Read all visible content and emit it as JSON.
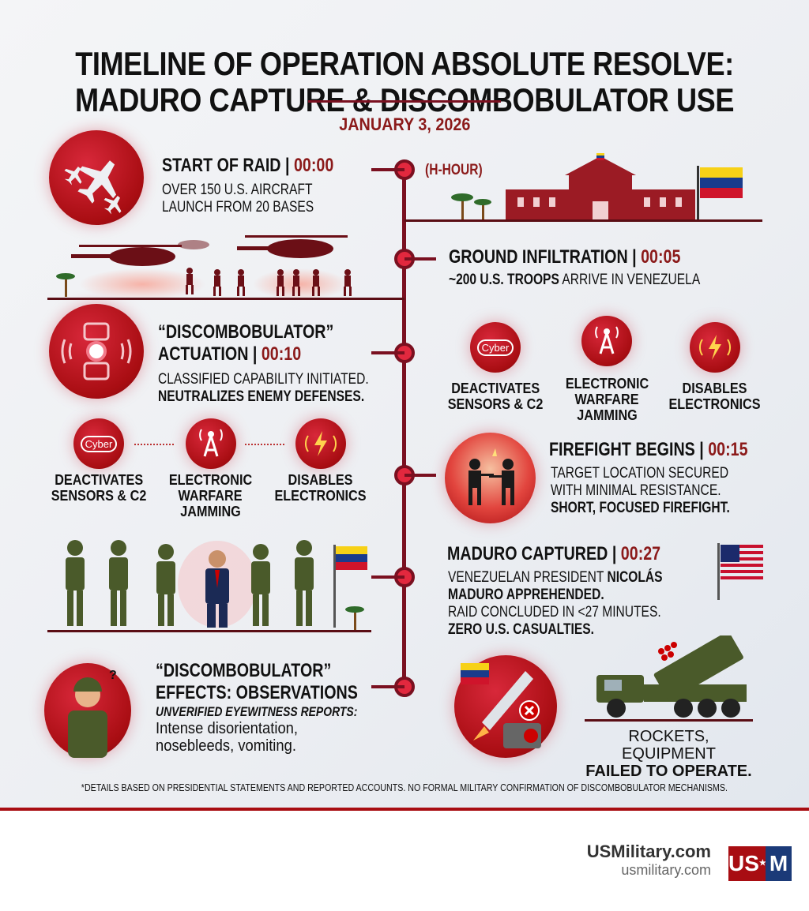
{
  "title": {
    "line1": "TIMELINE OF OPERATION ABSOLUTE RESOLVE:",
    "line2": "MADURO CAPTURE & DISCOMBOBULATOR USE"
  },
  "date": "JANUARY 3, 2026",
  "colors": {
    "accent": "#8b1a1a",
    "timeline": "#7a1020",
    "node": "#e2283e",
    "footer_rule": "#a80d12"
  },
  "events": [
    {
      "title": "START OF RAID | ",
      "time": "00:00",
      "marker": "(H-HOUR)",
      "desc": [
        "OVER 150 U.S. AIRCRAFT",
        "LAUNCH FROM 20 BASES"
      ],
      "icon": "aircraft-icon"
    },
    {
      "title": "GROUND INFILTRATION | ",
      "time": "00:05",
      "desc_bold": "~200 U.S. TROOPS",
      "desc": " ARRIVE IN VENEZUELA"
    },
    {
      "title_line1": "“DISCOMBOBULATOR”",
      "title": "ACTUATION | ",
      "time": "00:10",
      "desc": "CLASSIFIED CAPABILITY INITIATED.",
      "desc_bold": "NEUTRALIZES ENEMY DEFENSES.",
      "icon": "device-icon"
    },
    {
      "title": "FIREFIGHT BEGINS | ",
      "time": "00:15",
      "desc": [
        "TARGET LOCATION SECURED",
        "WITH MINIMAL RESISTANCE."
      ],
      "desc_bold": "SHORT, FOCUSED FIREFIGHT.",
      "icon": "firefight-icon"
    },
    {
      "title": "MADURO CAPTURED | ",
      "time": "00:27",
      "desc_line1": "VENEZUELAN PRESIDENT ",
      "desc_line1_bold": "NICOLÁS",
      "desc_bold_2": "MADURO APPREHENDED.",
      "desc": "RAID CONCLUDED IN <27 MINUTES.",
      "desc_bold": "ZERO U.S. CASUALTIES."
    },
    {
      "title_line1": "“DISCOMBOBULATOR”",
      "title": "EFFECTS: OBSERVATIONS",
      "sub": "UNVERIFIED EYEWITNESS REPORTS:",
      "desc": [
        "Intense disorientation,",
        "nosebleeds, vomiting."
      ],
      "icon": "confused-soldier-icon"
    }
  ],
  "effects": [
    {
      "icon_text": "Cyber",
      "label": [
        "DEACTIVATES",
        "SENSORS & C2"
      ]
    },
    {
      "icon_text": "",
      "label": [
        "ELECTRONIC",
        "WARFARE",
        "JAMMING"
      ]
    },
    {
      "icon_text": "",
      "label": [
        "DISABLES",
        "ELECTRONICS"
      ]
    }
  ],
  "equipment": {
    "line1": "ROCKETS, EQUIPMENT",
    "line2": "FAILED TO OPERATE."
  },
  "footnote": "*DETAILS BASED ON PRESIDENTIAL STATEMENTS AND REPORTED ACCOUNTS. NO FORMAL MILITARY CONFIRMATION OF DISCOMBOBULATOR MECHANISMS.",
  "brand": {
    "name": "USMilitary.com",
    "url": "usmilitary.com",
    "logo_left": "US",
    "logo_star": "★",
    "logo_right": "M"
  }
}
